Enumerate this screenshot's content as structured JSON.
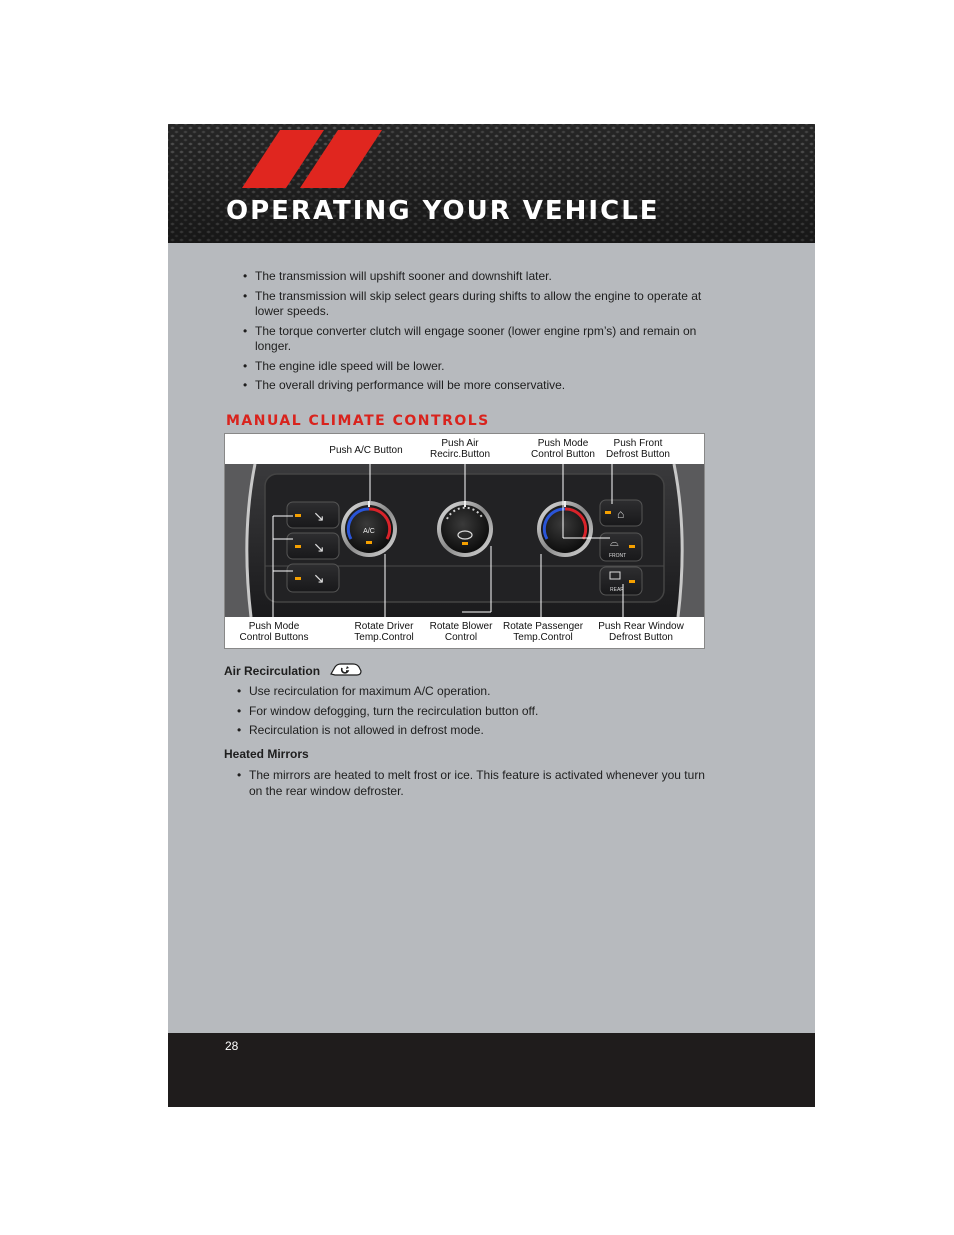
{
  "header": {
    "title": "OPERATING YOUR VEHICLE"
  },
  "intro_bullets": [
    "The transmission will upshift sooner and downshift later.",
    "The transmission will skip select gears during shifts to allow the engine to operate at lower speeds.",
    "The torque converter clutch will engage sooner (lower engine rpm’s) and remain on longer.",
    "The engine idle speed will be lower.",
    "The overall driving performance will be more conservative."
  ],
  "section": {
    "title": "MANUAL CLIMATE CONTROLS"
  },
  "figure": {
    "top_labels": {
      "ac": "Push A/C Button",
      "recirc_1": "Push Air",
      "recirc_2": "Recirc.Button",
      "mode_1": "Push Mode",
      "mode_2": "Control Button",
      "front_1": "Push Front",
      "front_2": "Defrost Button"
    },
    "bottom_labels": {
      "modes_1": "Push Mode",
      "modes_2": "Control Buttons",
      "driver_1": "Rotate Driver",
      "driver_2": "Temp.Control",
      "blower_1": "Rotate Blower",
      "blower_2": "Control",
      "pass_1": "Rotate Passenger",
      "pass_2": "Temp.Control",
      "rear_1": "Push Rear Window",
      "rear_2": "Defrost Button"
    },
    "knob_labels": {
      "ac": "A/C",
      "front": "FRONT",
      "rear": "REAR"
    }
  },
  "air_recirculation": {
    "heading": "Air Recirculation",
    "bullets": [
      "Use recirculation for maximum A/C operation.",
      "For window defogging, turn the recirculation button off.",
      "Recirculation is not allowed in defrost mode."
    ]
  },
  "heated_mirrors": {
    "heading": "Heated Mirrors",
    "bullets": [
      "The mirrors are heated to melt frost or ice. This feature is activated whenever you turn on the rear window defroster."
    ]
  },
  "footer": {
    "page_number": "28"
  },
  "colors": {
    "accent": "#d9231d",
    "page_bg": "#b7babe",
    "footer_bg": "#1f1c1c"
  },
  "icons": {
    "recirc": "air-recirculation-icon"
  }
}
